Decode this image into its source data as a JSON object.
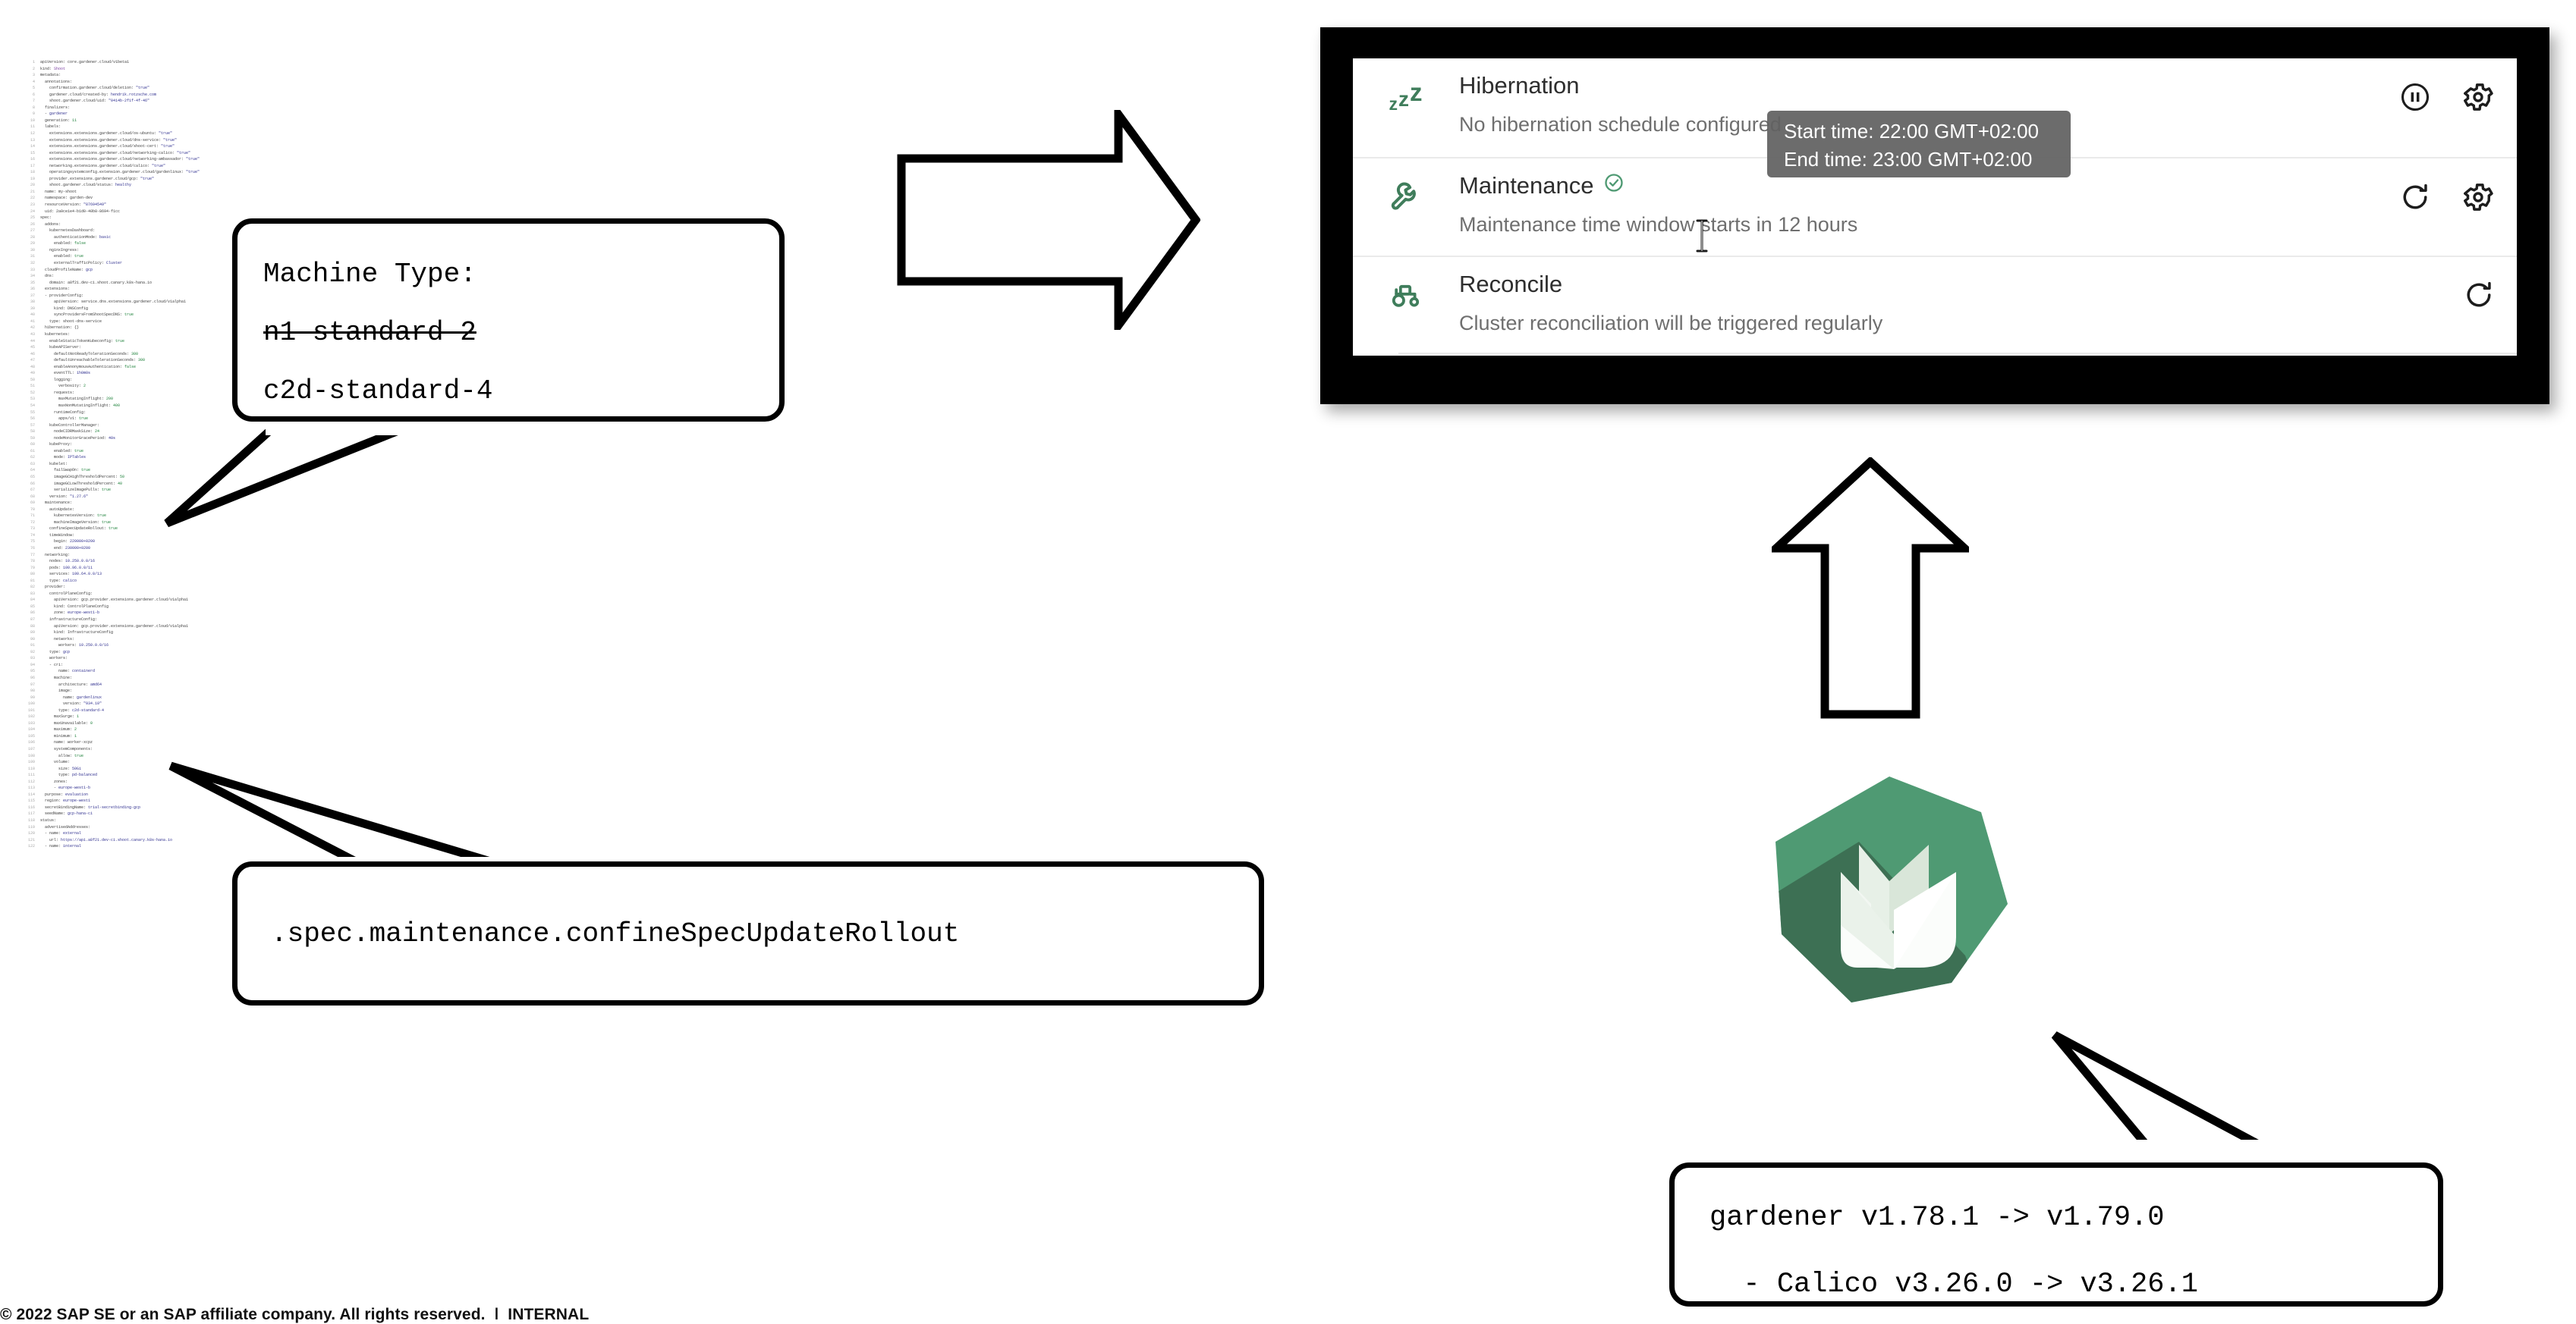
{
  "slide": {
    "footer": "© 2022 SAP SE or an SAP affiliate company. All rights reserved.  ǀ  INTERNAL"
  },
  "annotations": {
    "machine_type": {
      "title": "Machine Type:",
      "old_value": "n1-standard-2",
      "new_value": "c2d-standard-4"
    },
    "confine": {
      "text": ".spec.maintenance.confineSpecUpdateRollout"
    },
    "gardener_version": {
      "line1": "gardener v1.78.1 -> v1.79.0",
      "line2": "  - Calico v3.26.0 -> v3.26.1"
    }
  },
  "shoot_card": {
    "rows": [
      {
        "icon": "sleep-zzz-icon",
        "title": "Hibernation",
        "badge": null,
        "subtitle": "No hibernation schedule configured",
        "actions": [
          "pause-circle-icon",
          "gear-icon"
        ]
      },
      {
        "icon": "wrench-icon",
        "title": "Maintenance",
        "badge": "check-circle-icon",
        "subtitle": "Maintenance time window starts in 12 hours",
        "actions": [
          "refresh-icon",
          "gear-icon"
        ]
      },
      {
        "icon": "tractor-icon",
        "title": "Reconcile",
        "badge": null,
        "subtitle": "Cluster reconciliation will be triggered regularly",
        "actions": [
          "refresh-icon"
        ]
      }
    ],
    "tooltip": {
      "start_time": "Start time: 22:00 GMT+02:00",
      "end_time": "End time: 23:00 GMT+02:00"
    }
  },
  "colors": {
    "gardener_green": "#4f9a73",
    "gardener_green_dark": "#3d7054",
    "icon_green": "#3f7d5b",
    "tooltip_bg": "#616161",
    "title_text": "#2e2e2e",
    "sub_text": "#6f6f6f",
    "divider": "#eaeaea"
  },
  "yaml": {
    "visible": true,
    "description": "syntax-highlighted shoot manifest YAML, rendered too small to read"
  }
}
